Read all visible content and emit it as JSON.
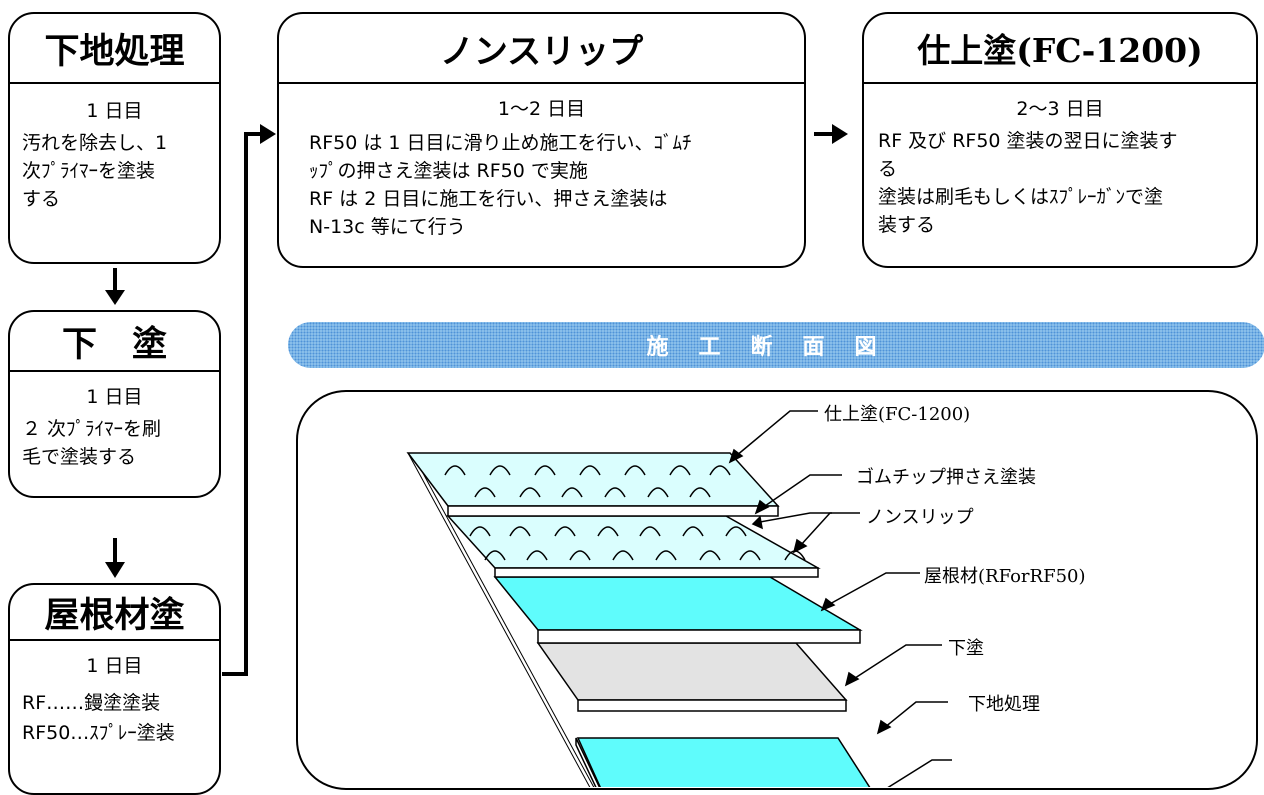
{
  "steps": [
    {
      "title": "下地処理",
      "day": "1 日目",
      "lines": [
        "汚れを除去し、1",
        "次ﾌﾟﾗｲﾏｰを塗装",
        "する"
      ]
    },
    {
      "title": "下　塗",
      "day": "1 日目",
      "lines": [
        "２ 次ﾌﾟﾗｲﾏｰを刷",
        "毛で塗装する"
      ]
    },
    {
      "title": "屋根材塗",
      "day": "1 日目",
      "lines": [
        "RF……鏝塗塗装",
        "RF50…ｽﾌﾟﾚｰ塗装"
      ]
    },
    {
      "title": "ノンスリップ",
      "day": "1〜2 日目",
      "lines": [
        "RF50 は 1 日目に滑り止め施工を行い、ｺﾞﾑﾁ",
        "ｯﾌﾟの押さえ塗装は RF50 で実施",
        "RF は 2 日目に施工を行い、押さえ塗装は",
        "N-13c 等にて行う"
      ]
    },
    {
      "title": "仕上塗(FC-1200)",
      "day": "2〜3 日目",
      "lines": [
        "RF 及び RF50 塗装の翌日に塗装す",
        "る",
        "塗装は刷毛もしくはｽﾌﾟﾚｰｶﾞﾝで塗",
        "装する"
      ]
    }
  ],
  "section": {
    "banner": "施工断面図",
    "layers": [
      "仕上塗(FC-1200)",
      "ゴムチップ押さえ塗装",
      "ノンスリップ",
      "屋根材(RForRF50)",
      "下塗",
      "下地処理"
    ]
  },
  "colors": {
    "cyan": "#5ffcfc",
    "light_cyan": "#dafefe",
    "gray": "#e3e3e3",
    "banner": "#8fc3ec"
  }
}
